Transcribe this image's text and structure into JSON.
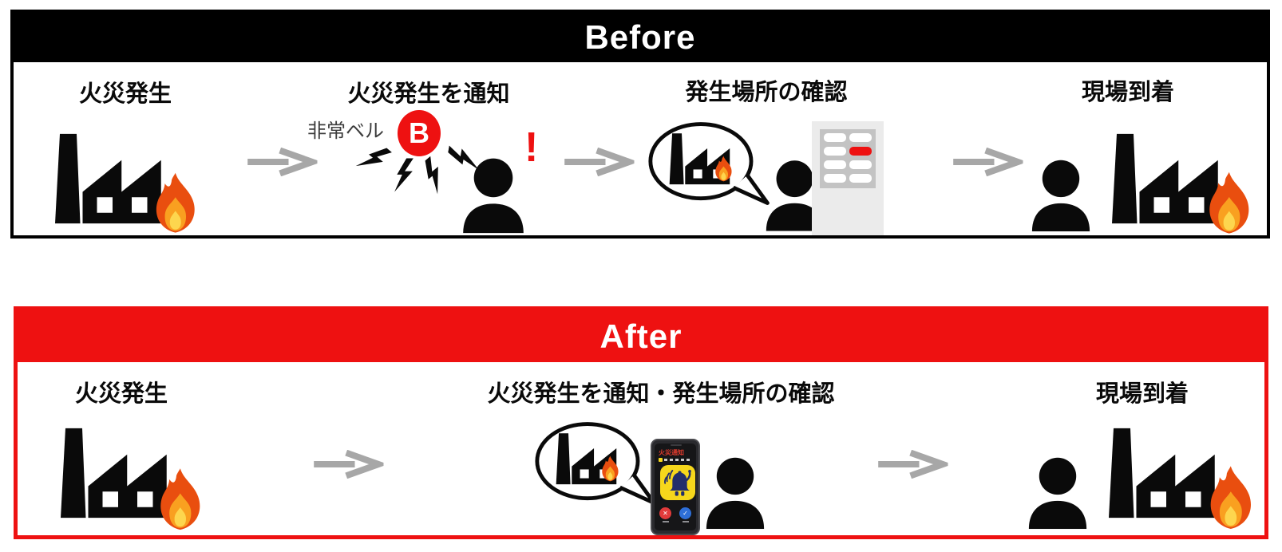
{
  "colors": {
    "accent_red": "#ee1111",
    "black": "#000000",
    "arrow_gray": "#a7a7a7",
    "panel_bg": "#ebebeb",
    "panel_inner": "#c3c3c3",
    "app_icon_yellow": "#f6d71c",
    "app_icon_navy": "#232e6b"
  },
  "before": {
    "title": "Before",
    "step1_label": "火災発生",
    "step2_label": "火災発生を通知",
    "step2_bell_caption": "非常ベル",
    "step2_bell_letter": "B",
    "step2_alert": "!",
    "step3_label": "発生場所の確認",
    "step4_label": "現場到着"
  },
  "after": {
    "title": "After",
    "step1_label": "火災発生",
    "step2_label": "火災発生を通知・発生場所の確認",
    "step3_label": "現場到着",
    "phone": {
      "alert_title": "火災通知",
      "decline_glyph": "✕",
      "accept_glyph": "✓"
    }
  }
}
